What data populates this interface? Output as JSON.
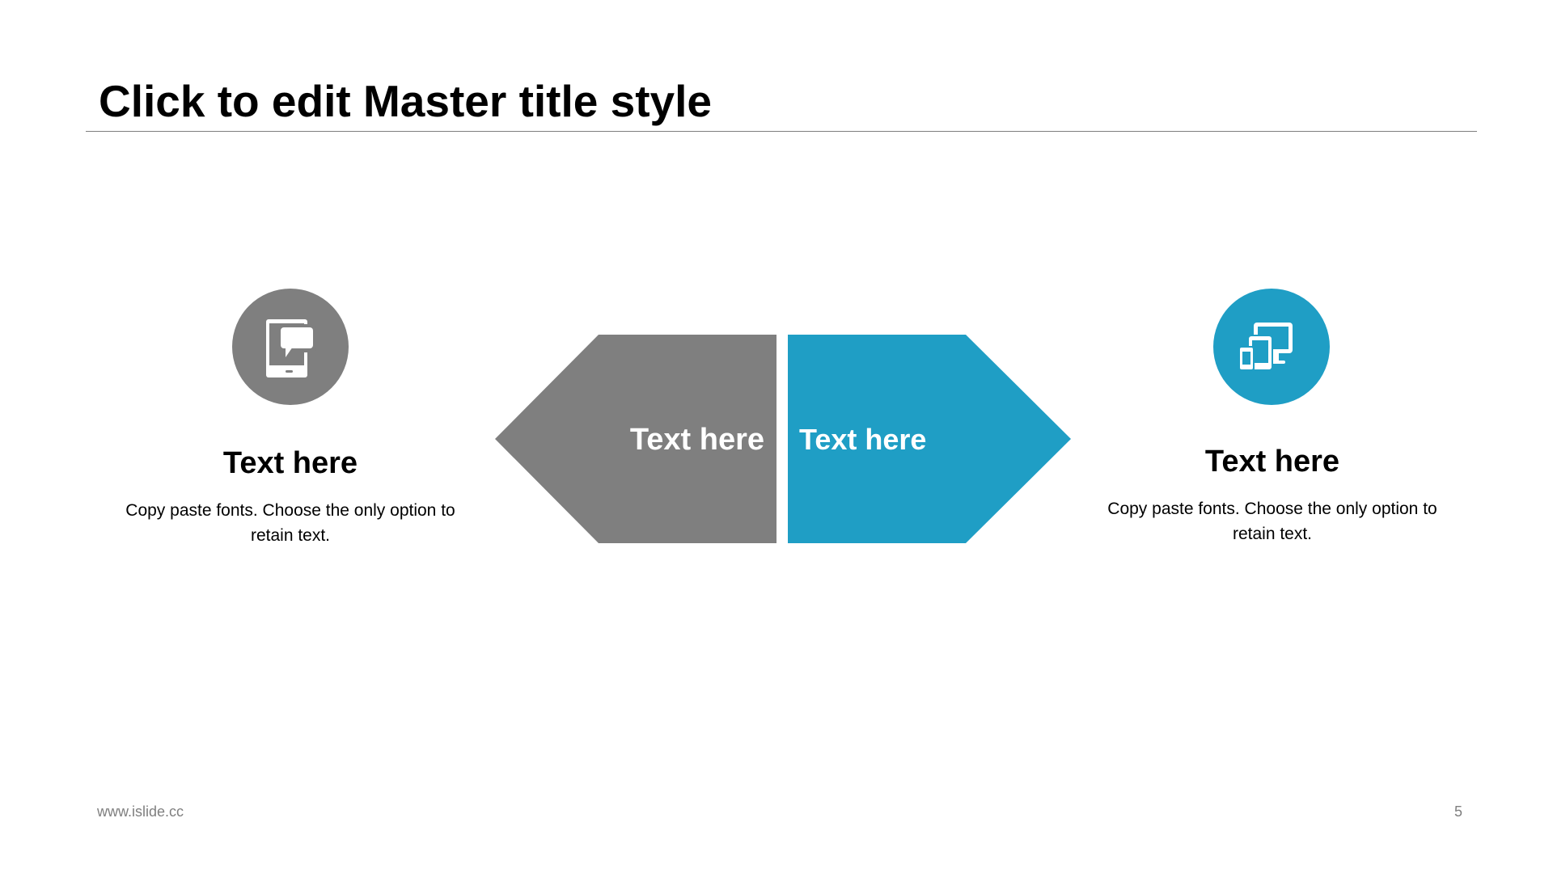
{
  "slide": {
    "title": "Click to edit Master title style",
    "page_number": "5",
    "footer_url": "www.islide.cc"
  },
  "colors": {
    "gray": "#7f7f7f",
    "blue": "#1f9ec5",
    "white": "#ffffff"
  },
  "left_item": {
    "icon": "tablet-chat-icon",
    "heading": "Text here",
    "body": "Copy paste fonts. Choose the only option to retain text."
  },
  "right_item": {
    "icon": "multi-device-icon",
    "heading": "Text here",
    "body": "Copy paste fonts. Choose the only option to retain text."
  },
  "arrows": {
    "left_label": "Text here",
    "right_label": "Text here"
  }
}
